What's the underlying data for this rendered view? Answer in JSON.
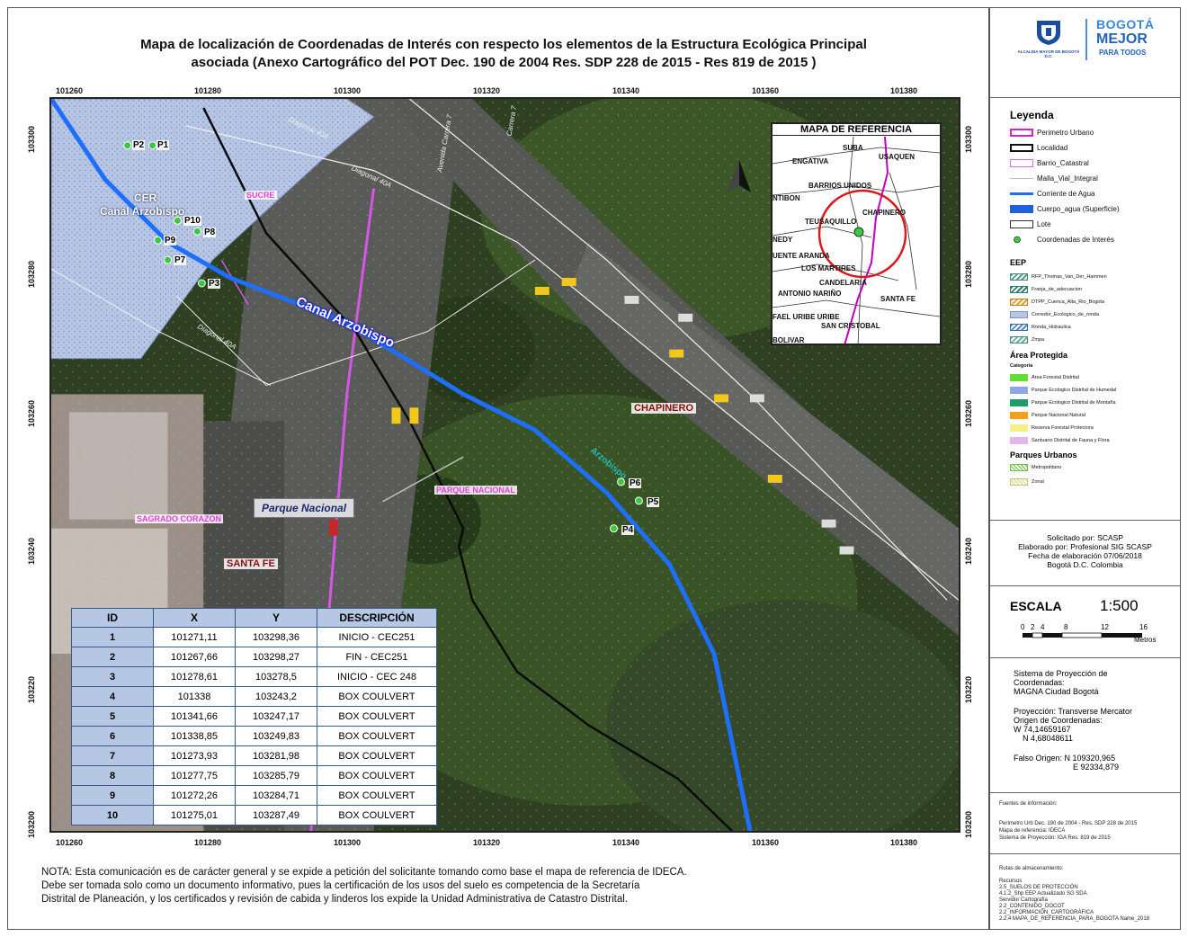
{
  "title": {
    "line1": "Mapa de localización de Coordenadas de Interés con respecto los elementos de la Estructura Ecológica Principal",
    "line2": "asociada (Anexo Cartográfico del POT Dec. 190 de 2004 Res. SDP 228 de 2015 - Res 819 de 2015 )"
  },
  "axes": {
    "x_ticks": [
      "101260",
      "101280",
      "101300",
      "101320",
      "101340",
      "101360",
      "101380"
    ],
    "y_ticks": [
      "103300",
      "103280",
      "103260",
      "103240",
      "103220",
      "103200"
    ]
  },
  "map_labels": {
    "cer": "CER",
    "canal_arzobispo_top": "Canal Arzobispo",
    "canal_arzobispo_main": "Canal Arzobispo",
    "canal_small": "Arzobispo",
    "sucre": "SUCRE",
    "chapinero": "CHAPINERO",
    "parque_nacional_barrio": "PARQUE NACIONAL",
    "parque_nacional_callout": "Parque Nacional",
    "sagrado_corazon": "SAGRADO CORAZON",
    "santa_fe": "SANTA FE",
    "street_1": "Diagonal 40A",
    "street_2": "Diagonal 40A",
    "street_3": "Diagonal 40A",
    "street_4": "Avenida Carrera 7",
    "street_5": "Carrera 7"
  },
  "points": [
    "P1",
    "P2",
    "P3",
    "P4",
    "P5",
    "P6",
    "P7",
    "P8",
    "P9",
    "P10"
  ],
  "reference_map": {
    "title": "MAPA DE REFERENCIA",
    "names": [
      "SUBA",
      "USAQUEN",
      "ENGATIVA",
      "BARRIOS UNIDOS",
      "NTIBON",
      "CHAPINERO",
      "TEUSAQUILLO",
      "NEDY",
      "UENTE ARANDA",
      "LOS MARTIRES",
      "CANDELARIA",
      "ANTONIO NARIÑO",
      "SANTA FE",
      "FAEL URIBE URIBE",
      "SAN CRISTOBAL",
      "BOLIVAR"
    ]
  },
  "table": {
    "headers": [
      "ID",
      "X",
      "Y",
      "DESCRIPCIÓN"
    ],
    "rows": [
      [
        "1",
        "101271,11",
        "103298,36",
        "INICIO - CEC251"
      ],
      [
        "2",
        "101267,66",
        "103298,27",
        "FIN - CEC251"
      ],
      [
        "3",
        "101278,61",
        "103278,5",
        "INICIO - CEC 248"
      ],
      [
        "4",
        "101338",
        "103243,2",
        "BOX COULVERT"
      ],
      [
        "5",
        "101341,66",
        "103247,17",
        "BOX COULVERT"
      ],
      [
        "6",
        "101338,85",
        "103249,83",
        "BOX COULVERT"
      ],
      [
        "7",
        "101273,93",
        "103281,98",
        "BOX COULVERT"
      ],
      [
        "8",
        "101277,75",
        "103285,79",
        "BOX COULVERT"
      ],
      [
        "9",
        "101272,26",
        "103284,71",
        "BOX COULVERT"
      ],
      [
        "10",
        "101275,01",
        "103287,49",
        "BOX COULVERT"
      ]
    ]
  },
  "note": {
    "line1": "NOTA: Esta comunicación es de carácter general y se expide a petición del solicitante tomando como base el mapa de referencia de IDECA.",
    "line2": "Debe ser tomada solo como un documento informativo, pues la certificación de los usos del suelo es competencia de la Secretaría",
    "line3": "Distrital de Planeación, y los certificados y revisión de cabida y linderos los expide la Unidad Administrativa de Catastro Distrital."
  },
  "logo": {
    "alcaldia": "ALCALDÍA MAYOR DE BOGOTÁ D.C.",
    "bogota": "BOGOTÁ",
    "mejor": "MEJOR",
    "para_todos": "PARA TODOS"
  },
  "legend": {
    "title": "Leyenda",
    "items": [
      {
        "label": "Perimetro Urbano"
      },
      {
        "label": "Localidad"
      },
      {
        "label": "Barrio_Catastral"
      },
      {
        "label": "Malla_Vial_Integral"
      },
      {
        "label": "Corriente de Agua"
      },
      {
        "label": "Cuerpo_agua (Superficie)"
      },
      {
        "label": "Lote"
      },
      {
        "label": "Coordenadas de Interés"
      }
    ],
    "eep_title": "EEP",
    "eep_items": [
      {
        "label": "RFP_Thomas_Van_Der_Hammen"
      },
      {
        "label": "Franja_de_adecuacion"
      },
      {
        "label": "DTPP_Cuenca_Alta_Rio_Bogota"
      },
      {
        "label": "Corredor_Ecologico_de_ronda"
      },
      {
        "label": "Ronda_Hidraulica"
      },
      {
        "label": "Zmpa"
      }
    ],
    "area_title": "Área Protegida",
    "categoria": "Categoría",
    "area_items": [
      {
        "label": "Area Forestal Distrital"
      },
      {
        "label": "Parque Ecologico Distrital de Humedal"
      },
      {
        "label": "Parque Ecologico Distrital de Montaña"
      },
      {
        "label": "Parque Nacional Natural"
      },
      {
        "label": "Reserva Forestal Protectora"
      },
      {
        "label": "Santuario Distrital de Fauna y Flora"
      }
    ],
    "parques_title": "Parques Urbanos",
    "parques_items": [
      {
        "label": "Metropolitano"
      },
      {
        "label": "Zonal"
      }
    ],
    "colors": {
      "perimetro": "#e020c0",
      "corriente": "#1e6fff",
      "cuerpo": "#1f5fe0",
      "coordenadas": "#3cc83c"
    }
  },
  "credits": {
    "line1": "Solicitado por: SCASP",
    "line2": "Elaborado por: Profesional SIG SCASP",
    "line3": "Fecha de elaboración 07/06/2018",
    "line4": "Bogotá D.C. Colombia"
  },
  "scale": {
    "label": "ESCALA",
    "value": "1:500",
    "ticks": [
      "0",
      "2",
      "4",
      "8",
      "12",
      "16"
    ],
    "unit": "Metros"
  },
  "projection": {
    "line1": "Sistema de Proyección de",
    "line2": "Coordenadas:",
    "line3": "MAGNA Ciudad Bogotá",
    "line4": "Proyección: Transverse Mercator",
    "line5": "Origen de Coordenadas:",
    "line6": "W 74,14659167",
    "line7": "N  4,68048611",
    "line8": "Falso Origen: N 109320,965",
    "line9": "E  92334,879"
  },
  "sources": {
    "title": "Fuentes de información:",
    "line1": "Perímetro Urb Dec. 190 de 2004 - Res. SDP 228 de 2015",
    "line2": "Mapa de referencia: IDECA",
    "line3": "Sistema de Proyección: IGA Res. 819 de 2015"
  },
  "storage": {
    "title": "Rutas de almacenamiento:",
    "line1": "Recursos",
    "line2": "2.5_SUELOS DE PROTECCIÓN",
    "line3": "4.1.2_Shp EEP Actualizado SG SDA",
    "line4": "Servidor Cartografía",
    "line5": "2.2_CONTENIDO_DOCOT",
    "line6": "2.2_INFORMACIÓN_CARTOGRÁFICA",
    "line7": "2.2.4 MAPA_DE_REFERENCIA_PARA_BOGOTA Name_2018"
  }
}
